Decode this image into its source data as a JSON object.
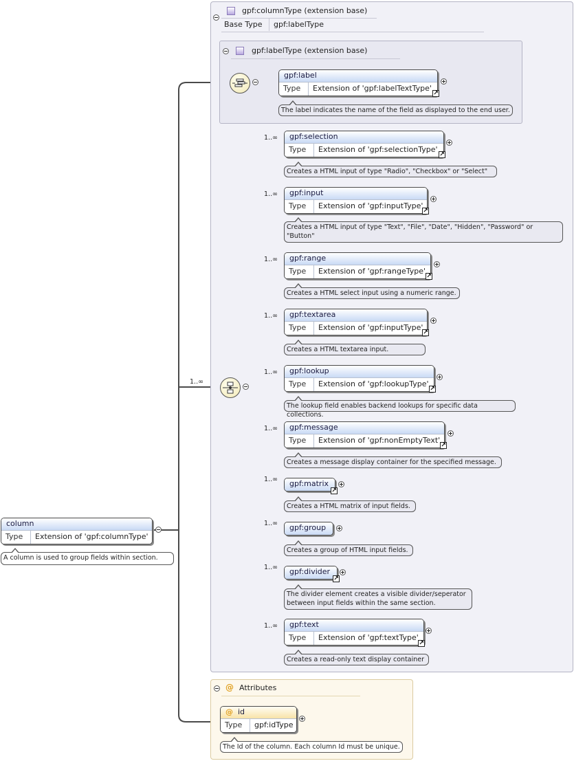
{
  "root": {
    "name": "column",
    "type_label": "Type",
    "type_value": "Extension of 'gpf:columnType'",
    "note": "A column is used to group fields within section."
  },
  "column_type": {
    "header": "gpf:columnType (extension base)",
    "base_label": "Base Type",
    "base_value": "gpf:labelType"
  },
  "label_type": {
    "header": "gpf:labelType (extension base)",
    "label": {
      "name": "gpf:label",
      "type_label": "Type",
      "type_value": "Extension of 'gpf:labelTextType'",
      "note": "The label indicates the name of the field as displayed to the end user."
    }
  },
  "choice_cardinality": "1..∞",
  "children": [
    {
      "name": "gpf:selection",
      "card": "1..∞",
      "type_label": "Type",
      "type_value": "Extension of 'gpf:selectionType'",
      "note": "Creates a HTML input of type \"Radio\", \"Checkbox\" or \"Select\""
    },
    {
      "name": "gpf:input",
      "card": "1..∞",
      "type_label": "Type",
      "type_value": "Extension of 'gpf:inputType'",
      "note": "Creates a HTML input of type \"Text\", \"File\", \"Date\", \"Hidden\", \"Password\" or \"Button\""
    },
    {
      "name": "gpf:range",
      "card": "1..∞",
      "type_label": "Type",
      "type_value": "Extension of 'gpf:rangeType'",
      "note": "Creates a HTML select input using a numeric range."
    },
    {
      "name": "gpf:textarea",
      "card": "1..∞",
      "type_label": "Type",
      "type_value": "Extension of 'gpf:inputType'",
      "note": "Creates a HTML textarea input."
    },
    {
      "name": "gpf:lookup",
      "card": "1..∞",
      "type_label": "Type",
      "type_value": "Extension of 'gpf:lookupType'",
      "note": "The lookup field enables backend lookups for specific data collections."
    },
    {
      "name": "gpf:message",
      "card": "1..∞",
      "type_label": "Type",
      "type_value": "Extension of 'gpf:nonEmptyText'",
      "note": "Creates a message display container for the specified message."
    },
    {
      "name": "gpf:matrix",
      "card": "1..∞",
      "note": "Creates a HTML matrix of input fields."
    },
    {
      "name": "gpf:group",
      "card": "1..∞",
      "note": "Creates a group of HTML input fields."
    },
    {
      "name": "gpf:divider",
      "card": "1..∞",
      "note": "The divider element creates a visible divider/seperator between input fields within the same section."
    },
    {
      "name": "gpf:text",
      "card": "1..∞",
      "type_label": "Type",
      "type_value": "Extension of 'gpf:textType'",
      "note": "Creates a read-only text display container"
    }
  ],
  "attributes": {
    "header": "Attributes",
    "id": {
      "name": "id",
      "type_label": "Type",
      "type_value": "gpf:idType",
      "note": "The Id of the column. Each column Id must be unique."
    }
  }
}
